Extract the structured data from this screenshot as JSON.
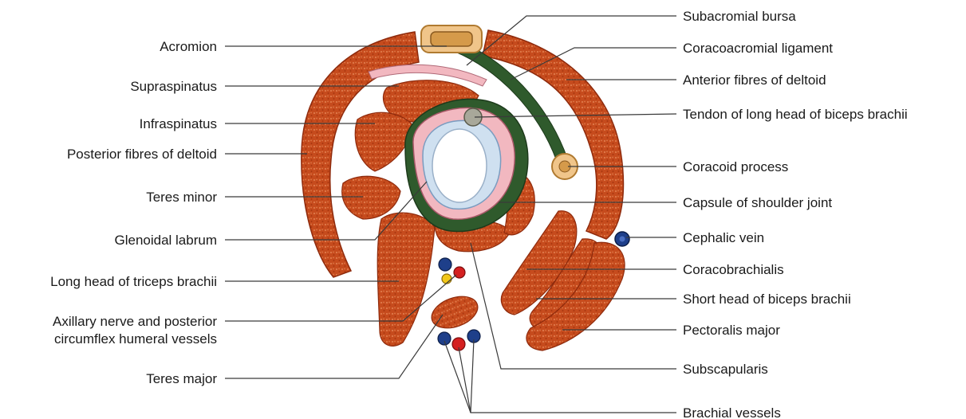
{
  "labels_left": {
    "acromion": "Acromion",
    "supraspinatus": "Supraspinatus",
    "infraspinatus": "Infraspinatus",
    "posterior_deltoid": "Posterior fibres of deltoid",
    "teres_minor": "Teres minor",
    "glenoidal_labrum": "Glenoidal labrum",
    "long_head_triceps": "Long head of triceps brachii",
    "axillary_nerve_1": "Axillary nerve and posterior",
    "axillary_nerve_2": "circumflex humeral vessels",
    "teres_major": "Teres major"
  },
  "labels_right": {
    "subacromial_bursa": "Subacromial bursa",
    "coracoacromial_ligament": "Coracoacromial ligament",
    "anterior_deltoid": "Anterior fibres of deltoid",
    "tendon_biceps": "Tendon of long head of biceps brachii",
    "coracoid_process": "Coracoid process",
    "capsule": "Capsule of shoulder joint",
    "cephalic_vein": "Cephalic vein",
    "coracobrachialis": "Coracobrachialis",
    "short_head_biceps": "Short head of biceps brachii",
    "pectoralis_major": "Pectoralis major",
    "subscapularis": "Subscapularis",
    "brachial_vessels": "Brachial vessels"
  },
  "colors": {
    "muscle": "#c24a1c",
    "muscle_dark": "#8e2a0c",
    "ligament": "#2f5a2c",
    "bursa": "#f0c58a",
    "cartilage": "#f2b8c0",
    "bone_blue": "#cfe0f0",
    "vein": "#1e3f8a",
    "artery": "#d42020",
    "nerve": "#f2c81a"
  }
}
